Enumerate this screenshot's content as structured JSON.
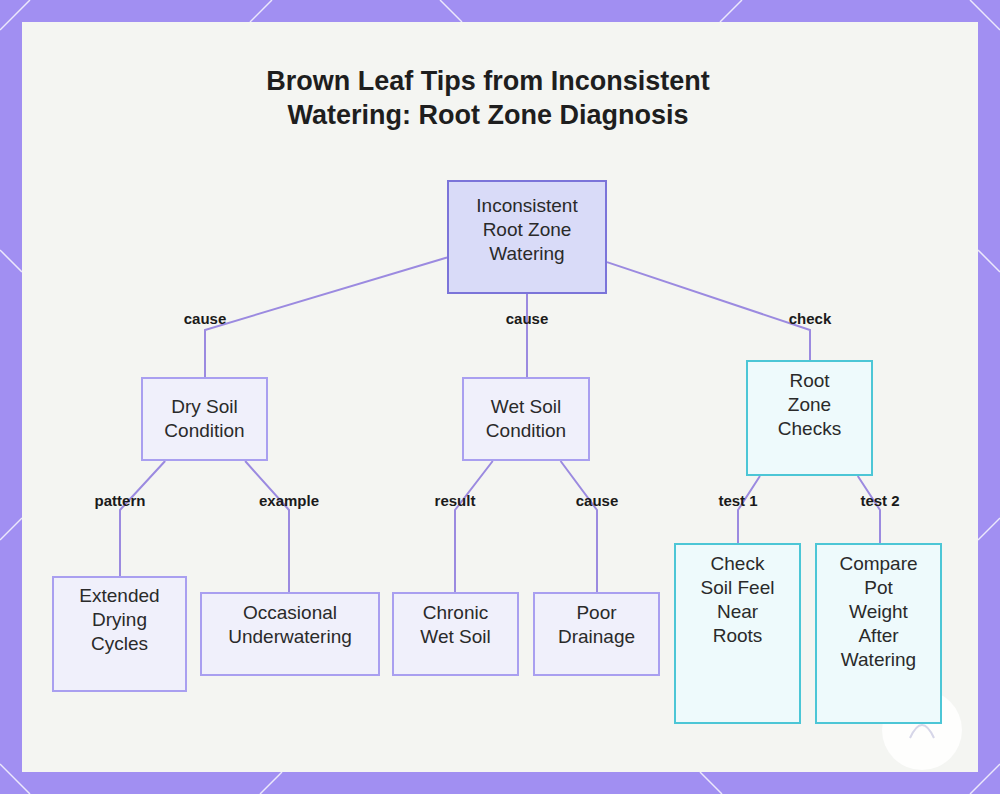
{
  "diagram": {
    "title": "Brown Leaf Tips from Inconsistent Watering: Root Zone Diagnosis",
    "nodes": [
      {
        "text": [
          "Inconsistent Root Zone Watering"
        ]
      },
      {
        "text": [
          "Dry Soil Condition"
        ]
      },
      {
        "text": [
          "Wet Soil Condition"
        ]
      },
      {
        "text": [
          "Root Zone Checks"
        ]
      },
      {
        "text": [
          "Extended Drying Cycles"
        ]
      },
      {
        "text": [
          "Occasional Underwatering"
        ]
      },
      {
        "text": [
          "Chronic Wet Soil"
        ]
      },
      {
        "text": [
          "Poor Drainage"
        ]
      },
      {
        "text": [
          "Check Soil Feel Near Roots"
        ]
      },
      {
        "text": [
          "Compare Pot Weight After Watering"
        ]
      }
    ],
    "edges": [
      {
        "from": 0,
        "to": 1,
        "label": "cause",
        "arrow": "none"
      },
      {
        "from": 0,
        "to": 2,
        "label": "cause",
        "arrow": "none"
      },
      {
        "from": 0,
        "to": 3,
        "label": "check",
        "arrow": "none"
      },
      {
        "from": 1,
        "to": 4,
        "label": "pattern",
        "arrow": "none"
      },
      {
        "from": 1,
        "to": 5,
        "label": "example",
        "arrow": "none"
      },
      {
        "from": 2,
        "to": 6,
        "label": "result",
        "arrow": "none"
      },
      {
        "from": 2,
        "to": 7,
        "label": "cause",
        "arrow": "none"
      },
      {
        "from": 3,
        "to": 8,
        "label": "test 1",
        "arrow": "none"
      },
      {
        "from": 3,
        "to": 9,
        "label": "test 2",
        "arrow": "none"
      }
    ]
  }
}
